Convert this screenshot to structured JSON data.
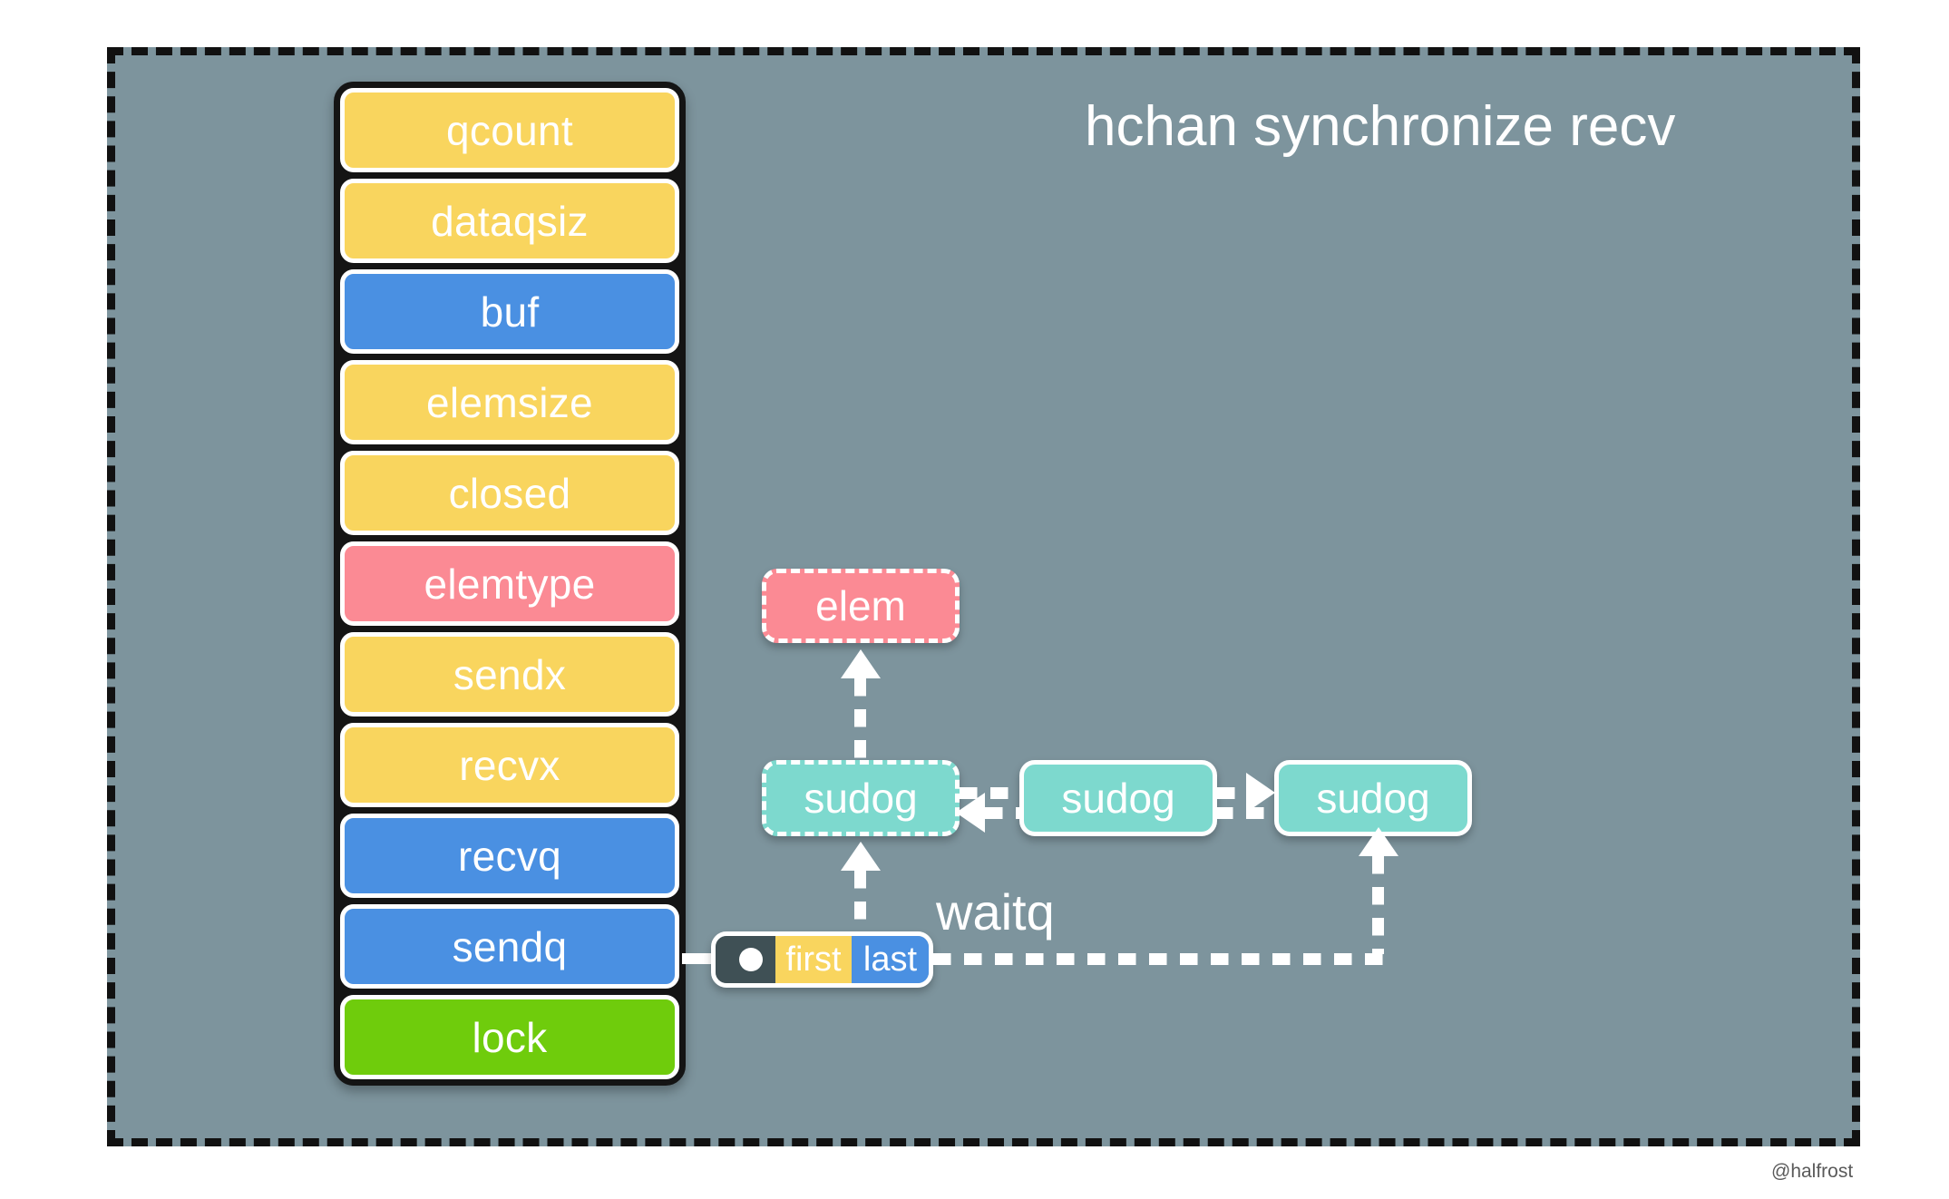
{
  "diagram": {
    "title": "hchan synchronize recv",
    "watermark": "@halfrost",
    "canvas_color": "#7d949d",
    "frame_style": "black-dashed"
  },
  "palette": {
    "yellow": "#f9d55e",
    "blue": "#4a90e2",
    "pink": "#fb8a94",
    "green": "#6fcc0c",
    "teal": "#7dd9ce",
    "dark_slate": "#3f5055",
    "struct_border": "#141414",
    "text": "#ffffff"
  },
  "hchan_struct": {
    "fields": [
      {
        "label": "qcount",
        "color": "yellow"
      },
      {
        "label": "dataqsiz",
        "color": "yellow"
      },
      {
        "label": "buf",
        "color": "blue"
      },
      {
        "label": "elemsize",
        "color": "yellow"
      },
      {
        "label": "closed",
        "color": "yellow"
      },
      {
        "label": "elemtype",
        "color": "pink"
      },
      {
        "label": "sendx",
        "color": "yellow"
      },
      {
        "label": "recvx",
        "color": "yellow"
      },
      {
        "label": "recvq",
        "color": "blue"
      },
      {
        "label": "sendq",
        "color": "blue"
      },
      {
        "label": "lock",
        "color": "green"
      }
    ]
  },
  "waitq": {
    "label": "waitq",
    "anchor_icon": "pointer-dot-icon",
    "first_label": "first",
    "last_label": "last",
    "source_field": "sendq"
  },
  "nodes": {
    "elem": {
      "label": "elem",
      "color": "pink",
      "border": "dashed"
    },
    "sudog_list": [
      {
        "label": "sudog",
        "color": "teal",
        "border": "dashed"
      },
      {
        "label": "sudog",
        "color": "teal",
        "border": "solid"
      },
      {
        "label": "sudog",
        "color": "teal",
        "border": "solid"
      }
    ]
  },
  "edges": [
    {
      "from": "sudog-1",
      "to": "elem",
      "style": "dashed",
      "arrow": "up"
    },
    {
      "from": "first",
      "to": "sudog-1",
      "style": "dashed",
      "arrow": "up"
    },
    {
      "from": "sudog-1",
      "to": "sudog-2",
      "style": "dashed",
      "arrow": "none"
    },
    {
      "from": "sudog-2",
      "to": "sudog-1",
      "style": "dashed",
      "arrow": "left"
    },
    {
      "from": "sudog-2",
      "to": "sudog-3",
      "style": "dashed",
      "arrow": "right"
    },
    {
      "from": "sudog-3",
      "to": "sudog-2",
      "style": "dashed",
      "arrow": "none"
    },
    {
      "from": "last",
      "to": "sudog-3",
      "style": "dashed",
      "arrow": "up"
    }
  ]
}
